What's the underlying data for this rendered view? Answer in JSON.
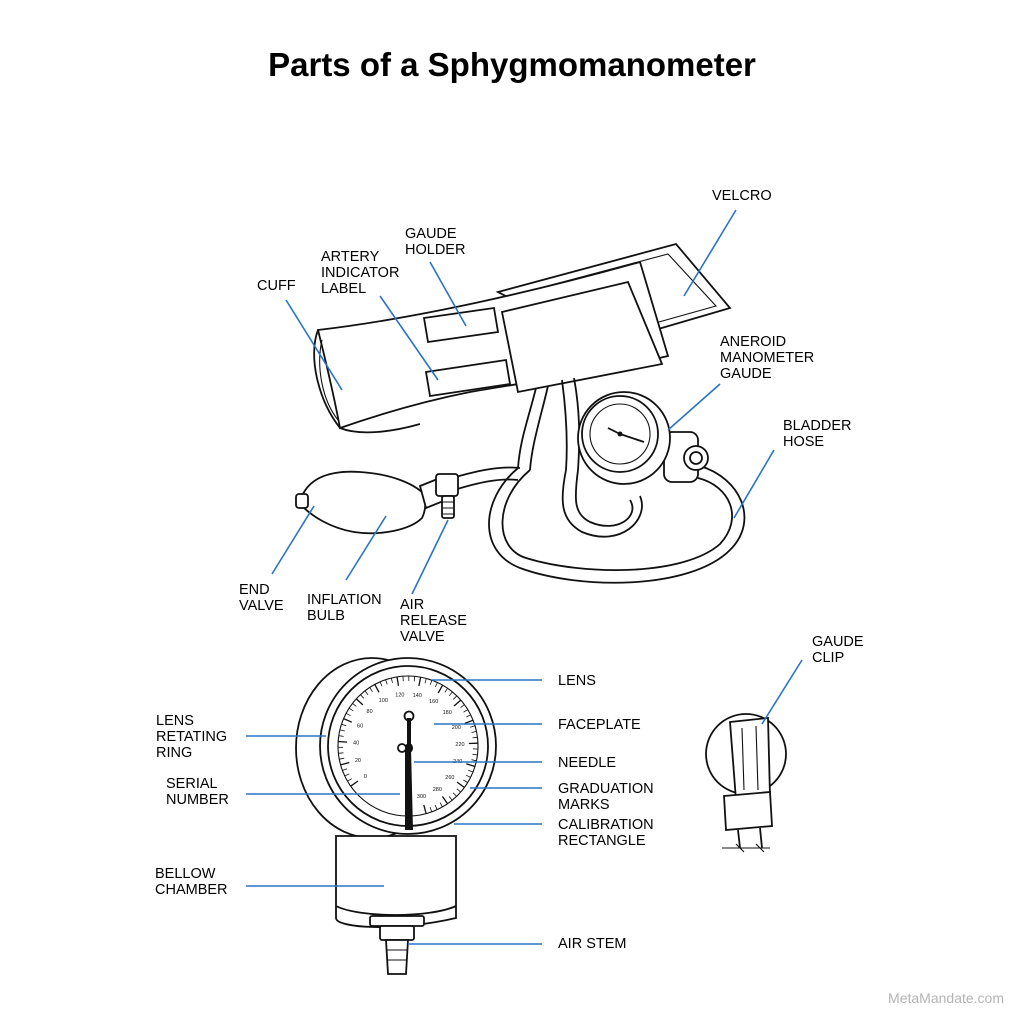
{
  "title": "Parts of a Sphygmomanometer",
  "labels": {
    "velcro": [
      "VELCRO"
    ],
    "gaude_holder": [
      "GAUDE",
      "HOLDER"
    ],
    "artery_indicator_label": [
      "ARTERY",
      "INDICATOR",
      "LABEL"
    ],
    "cuff": [
      "CUFF"
    ],
    "aneroid_manometer_gaude": [
      "ANEROID",
      "MANOMETER",
      "GAUDE"
    ],
    "bladder_hose": [
      "BLADDER",
      "HOSE"
    ],
    "end_valve": [
      "END",
      "VALVE"
    ],
    "inflation_bulb": [
      "INFLATION",
      "BULB"
    ],
    "air_release_valve": [
      "AIR",
      "RELEASE",
      "VALVE"
    ],
    "gaude_clip": [
      "GAUDE",
      "CLIP"
    ],
    "lens": [
      "LENS"
    ],
    "faceplate": [
      "FACEPLATE"
    ],
    "needle": [
      "NEEDLE"
    ],
    "graduation_marks": [
      "GRADUATION",
      "MARKS"
    ],
    "calibration_rectangle": [
      "CALIBRATION",
      "RECTANGLE"
    ],
    "lens_retating_ring": [
      "LENS",
      "RETATING",
      "RING"
    ],
    "serial_number": [
      "SERIAL",
      "NUMBER"
    ],
    "bellow_chamber": [
      "BELLOW",
      "CHAMBER"
    ],
    "air_stem": [
      "AIR STEM"
    ]
  },
  "dial_numbers": [
    "0",
    "20",
    "40",
    "60",
    "80",
    "100",
    "120",
    "140",
    "160",
    "180",
    "200",
    "220",
    "240",
    "260",
    "280",
    "300"
  ],
  "watermark": "MetaMandate.com",
  "colors": {
    "leader": "#2a73c8",
    "ink": "#111111",
    "watermark": "#b4b4b4"
  }
}
